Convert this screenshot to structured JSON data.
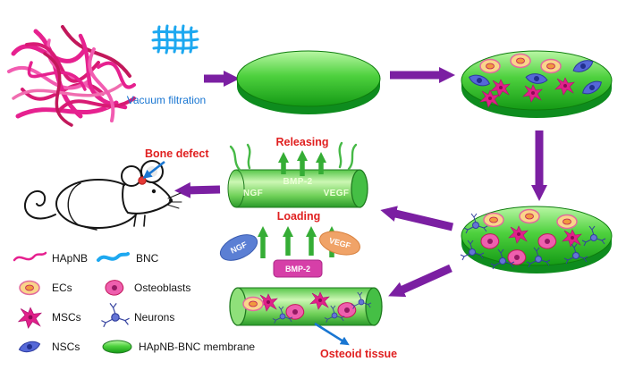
{
  "diagram": {
    "process_labels": {
      "vacuum_filtration": "Vacuum filtration",
      "releasing": "Releasing",
      "loading": "Loading",
      "bone_defect": "Bone defect",
      "osteoid_tissue": "Osteoid tissue"
    },
    "tube_labels": {
      "ngf": "NGF",
      "bmp2": "BMP-2",
      "vegf": "VEGF"
    },
    "growth_factors": {
      "ngf": "NGF",
      "bmp2": "BMP-2",
      "vegf": "VEGF"
    },
    "legend": {
      "items": [
        {
          "icon": "hapnb-fiber-icon",
          "label": "HApNB"
        },
        {
          "icon": "bnc-fiber-icon",
          "label": "BNC"
        },
        {
          "icon": "ec-cell-icon",
          "label": "ECs"
        },
        {
          "icon": "osteoblast-cell-icon",
          "label": "Osteoblasts"
        },
        {
          "icon": "msc-cell-icon",
          "label": "MSCs"
        },
        {
          "icon": "neuron-cell-icon",
          "label": "Neurons"
        },
        {
          "icon": "nsc-cell-icon",
          "label": "NSCs"
        },
        {
          "icon": "membrane-icon",
          "label": "HApNB-BNC membrane"
        }
      ]
    },
    "colors": {
      "hapnb_magenta": "#e6218f",
      "bnc_blue": "#1da8f0",
      "membrane_green": "#2eb82e",
      "arrow_purple": "#7b1fa2",
      "label_red": "#e02020",
      "annotation_blue": "#1976d2",
      "ec_orange": "#f9d58a",
      "osteoblast_pink": "#ee5fae",
      "neuron_blue": "#4a5fd0",
      "ngf_oval_blue": "#5b7fd4",
      "bmp2_magenta": "#d63fa8",
      "vegf_orange": "#f0a368"
    }
  }
}
